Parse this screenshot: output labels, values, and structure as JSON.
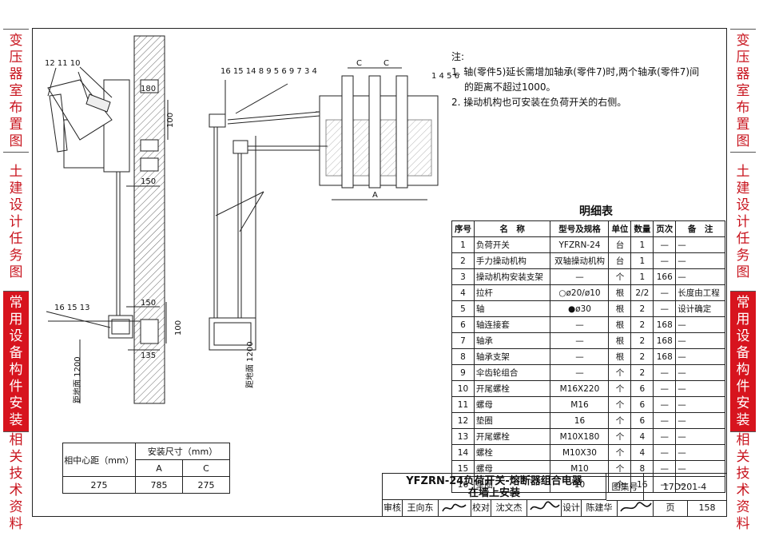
{
  "side_left": [
    {
      "label": "变压器室布置图",
      "active": false
    },
    {
      "label": "土建设计任务图",
      "active": false
    },
    {
      "label": "常用设备构件安装",
      "active": true
    },
    {
      "label": "相关技术资料",
      "active": false
    }
  ],
  "side_right": [
    {
      "label": "变压器室布置图",
      "active": false
    },
    {
      "label": "土建设计任务图",
      "active": false
    },
    {
      "label": "常用设备构件安装",
      "active": true
    },
    {
      "label": "相关技术资料",
      "active": false
    }
  ],
  "notes": {
    "heading": "注:",
    "items": [
      "1. 轴(零件5)延长需增加轴承(零件7)时,两个轴承(零件7)间",
      "的距离不超过1000。",
      "2. 操动机构也可安装在负荷开关的右侧。"
    ]
  },
  "parts_table": {
    "title": "明细表",
    "headers": [
      "序号",
      "名　称",
      "型号及规格",
      "单位",
      "数量",
      "页次",
      "备　注"
    ],
    "rows": [
      [
        "1",
        "负荷开关",
        "YFZRN-24",
        "台",
        "1",
        "—",
        "—"
      ],
      [
        "2",
        "手力操动机构",
        "双轴操动机构",
        "台",
        "1",
        "—",
        "—"
      ],
      [
        "3",
        "操动机构安装支架",
        "—",
        "个",
        "1",
        "166",
        "—"
      ],
      [
        "4",
        "拉杆",
        "○ø20/ø10",
        "根",
        "2/2",
        "—",
        "长度由工程"
      ],
      [
        "5",
        "轴",
        "●ø30",
        "根",
        "2",
        "—",
        "设计确定"
      ],
      [
        "6",
        "轴连接套",
        "—",
        "根",
        "2",
        "168",
        "—"
      ],
      [
        "7",
        "轴承",
        "—",
        "根",
        "2",
        "168",
        "—"
      ],
      [
        "8",
        "轴承支架",
        "—",
        "根",
        "2",
        "168",
        "—"
      ],
      [
        "9",
        "伞齿轮组合",
        "—",
        "个",
        "2",
        "—",
        "—"
      ],
      [
        "10",
        "开尾螺栓",
        "M16X220",
        "个",
        "6",
        "—",
        "—"
      ],
      [
        "11",
        "螺母",
        "M16",
        "个",
        "6",
        "—",
        "—"
      ],
      [
        "12",
        "垫圈",
        "16",
        "个",
        "6",
        "—",
        "—"
      ],
      [
        "13",
        "开尾螺栓",
        "M10X180",
        "个",
        "4",
        "—",
        "—"
      ],
      [
        "14",
        "螺栓",
        "M10X30",
        "个",
        "4",
        "—",
        "—"
      ],
      [
        "15",
        "螺母",
        "M10",
        "个",
        "8",
        "—",
        "—"
      ],
      [
        "16",
        "垫圈",
        "10",
        "个",
        "16",
        "—",
        "—"
      ]
    ]
  },
  "dims_table": {
    "h_center": "相中心距（mm）",
    "h_install": "安装尺寸（mm）",
    "h_a": "A",
    "h_c": "C",
    "row": [
      "275",
      "785",
      "275"
    ]
  },
  "title_block": {
    "title_line1": "YFZRN-24负荷开关-熔断器组合电器",
    "title_line2": "在墙上安装",
    "atlas_label": "图集号",
    "atlas_no": "17D201-4",
    "review_label": "审核",
    "review_name": "王向东",
    "check_label": "校对",
    "check_name": "沈文杰",
    "design_label": "设计",
    "design_name": "陈建华",
    "page_label": "页",
    "page_no": "158"
  },
  "drawing_labels": {
    "left_view": {
      "part_numbers_top": [
        "12",
        "11",
        "10"
      ],
      "part_numbers_bottom": [
        "16",
        "15",
        "13"
      ],
      "dim_180": "180",
      "dim_100_top": "100",
      "dim_150_top": "150",
      "dim_150_bottom": "150",
      "dim_100_bottom": "100",
      "dim_135": "135",
      "height": "距地面 1200"
    },
    "middle_view": {
      "part_numbers": [
        "16",
        "15",
        "14",
        "8",
        "9",
        "5",
        "6",
        "9",
        "7",
        "3",
        "4"
      ],
      "height": "距地面 1200"
    },
    "right_view": {
      "part_numbers": [
        "1",
        "4",
        "5",
        "6"
      ],
      "dim_c": "C",
      "dim_a": "A"
    }
  }
}
